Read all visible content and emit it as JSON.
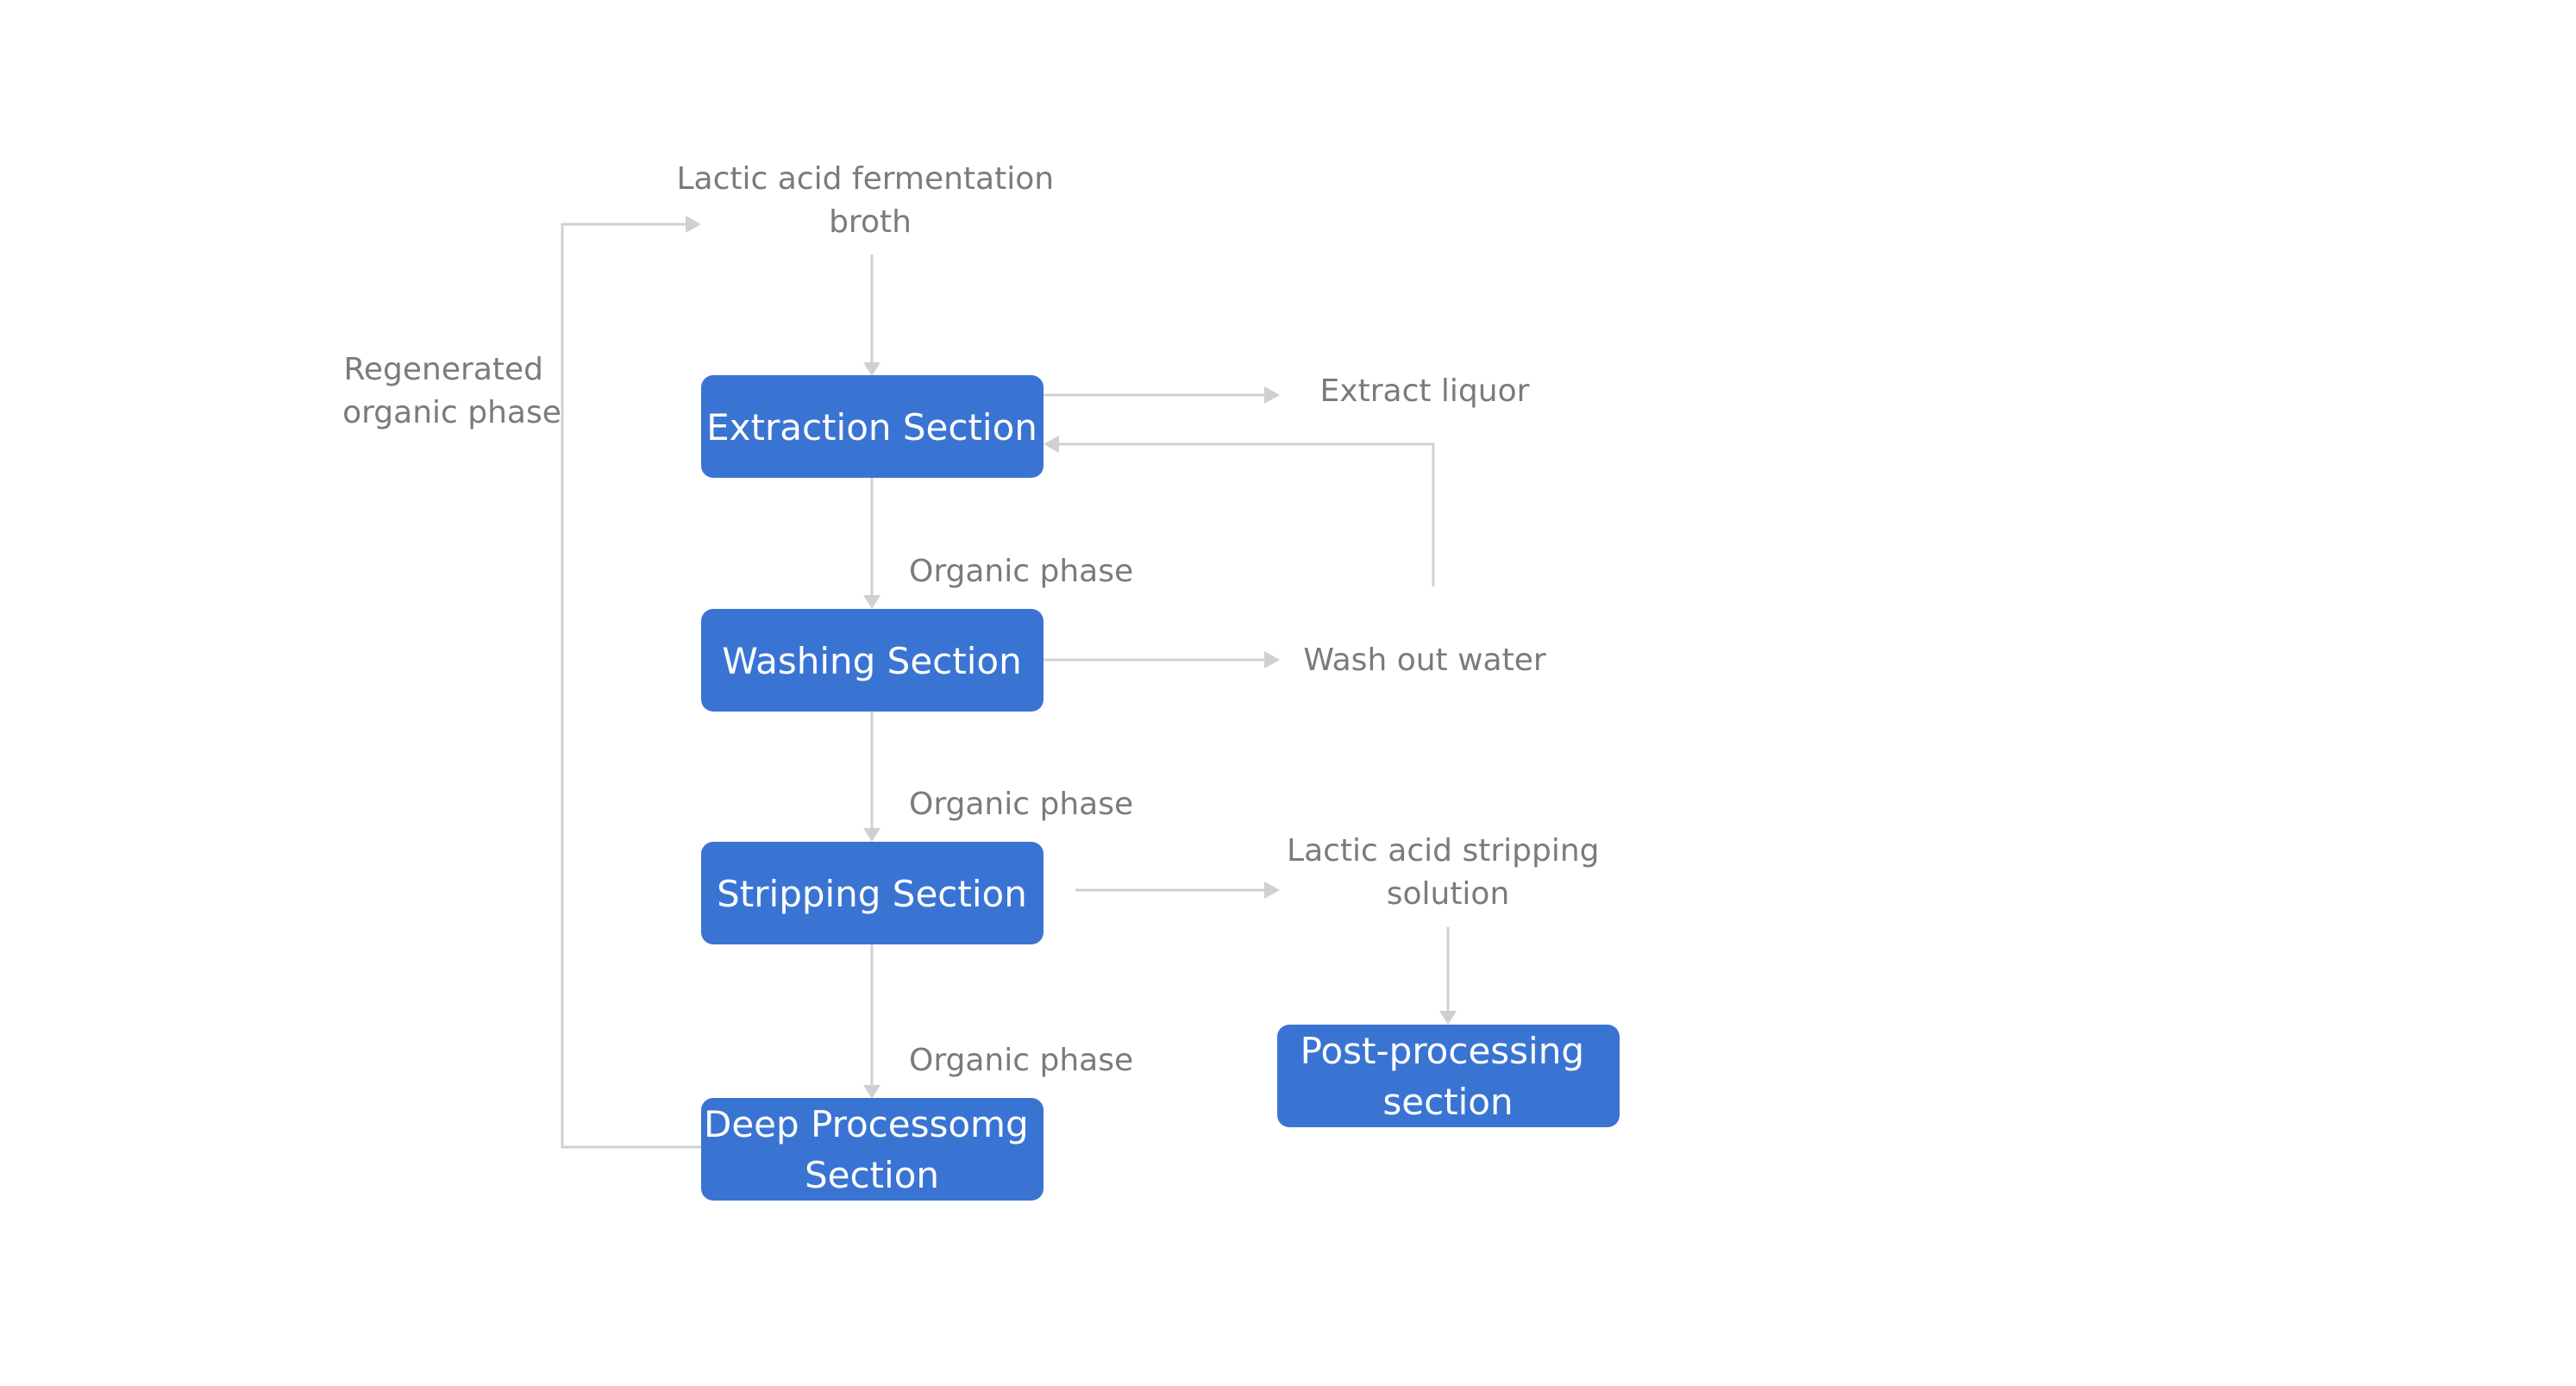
{
  "colors": {
    "node_fill": "#3a74d3",
    "node_text": "#ffffff",
    "label_text": "#7b7b7b",
    "edge": "#d0d0d0",
    "background": "#ffffff"
  },
  "nodes": {
    "extraction": "Extraction Section",
    "washing": "Washing Section",
    "stripping": "Stripping Section",
    "deep_processing": {
      "line1": "Deep Processomg",
      "line2": "Section"
    },
    "post_processing": {
      "line1": "Post-processing",
      "line2": "section"
    }
  },
  "labels": {
    "broth": {
      "line1": "Lactic acid fermentation",
      "line2": "broth"
    },
    "regenerated": {
      "line1": "Regenerated",
      "line2": "organic phase"
    },
    "extract_liquor": "Extract liquor",
    "wash_out_water": "Wash out water",
    "stripping_solution": {
      "line1": "Lactic acid stripping",
      "line2": "solution"
    },
    "organic_phase_1": "Organic phase",
    "organic_phase_2": "Organic phase",
    "organic_phase_3": "Organic phase"
  }
}
